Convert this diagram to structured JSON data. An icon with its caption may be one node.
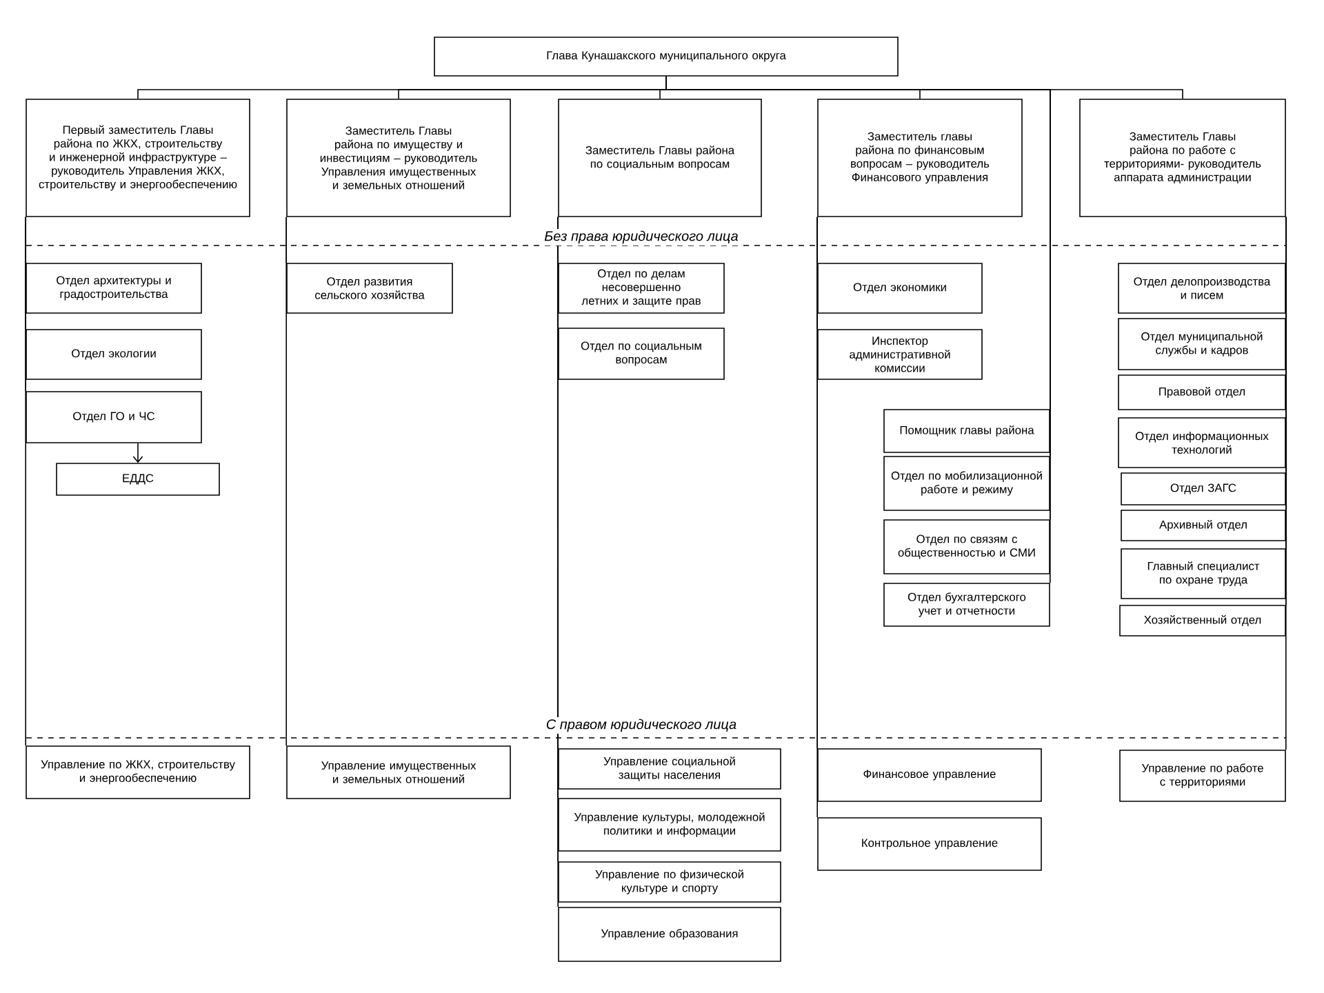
{
  "diagram": {
    "nodes": [
      {
        "text": [
          "Глава Кунашакского муниципального округа"
        ]
      },
      {
        "text": [
          "Первый заместитель Главы района по ЖКХ, строительству и инженерной инфраструктуре – руководитель Управления ЖКХ, строительству и энергообеспечению"
        ]
      },
      {
        "text": [
          "Заместитель Главы района по имуществу и инвестициям – руководитель Управления имущественных и земельных отношений"
        ]
      },
      {
        "text": [
          "Заместитель Главы района по социальным вопросам"
        ]
      },
      {
        "text": [
          "Заместитель главы района по финансовым вопросам – руководитель Финансового управления"
        ]
      },
      {
        "text": [
          "Заместитель Главы района по работе с территориями- руководитель аппарата администрации"
        ]
      },
      {
        "text": [
          "Отдел архитектуры и градостроительства"
        ]
      },
      {
        "text": [
          "Отдел экологии"
        ]
      },
      {
        "text": [
          "Отдел ГО и ЧС"
        ]
      },
      {
        "text": [
          "ЕДДС"
        ]
      },
      {
        "text": [
          "Отдел развития сельского хозяйства"
        ]
      },
      {
        "text": [
          "Отдел по делам несовершенно летних и защите прав"
        ]
      },
      {
        "text": [
          "Отдел по социальным вопросам"
        ]
      },
      {
        "text": [
          "Отдел экономики"
        ]
      },
      {
        "text": [
          "Инспектор административной комиссии"
        ]
      },
      {
        "text": [
          "Помощник главы района"
        ]
      },
      {
        "text": [
          "Отдел по мобилизационной работе и режиму"
        ]
      },
      {
        "text": [
          "Отдел по связям с общественностью и СМИ"
        ]
      },
      {
        "text": [
          "Отдел бухгалтерского учет и отчетности"
        ]
      },
      {
        "text": [
          "Отдел делопроизводства и писем"
        ]
      },
      {
        "text": [
          "Отдел муниципальной службы и кадров"
        ]
      },
      {
        "text": [
          "Правовой отдел"
        ]
      },
      {
        "text": [
          "Отдел информационных технологий"
        ]
      },
      {
        "text": [
          "Отдел ЗАГС"
        ]
      },
      {
        "text": [
          "Архивный отдел"
        ]
      },
      {
        "text": [
          "Главный специалист по охране труда"
        ]
      },
      {
        "text": [
          "Хозяйственный отдел"
        ]
      },
      {
        "text": [
          "Управление по ЖКХ, строительству и энергообеспечению"
        ]
      },
      {
        "text": [
          "Управление имущественных и земельных отношений"
        ]
      },
      {
        "text": [
          "Управление социальной защиты населения"
        ]
      },
      {
        "text": [
          "Управление культуры, молодежной политики и информации"
        ]
      },
      {
        "text": [
          "Управление по физической культуре и спорту"
        ]
      },
      {
        "text": [
          "Управление образования"
        ]
      },
      {
        "text": [
          "Финансовое управление"
        ]
      },
      {
        "text": [
          "Контрольное управление"
        ]
      },
      {
        "text": [
          "Управление по работе с территориями"
        ]
      }
    ],
    "edges": [
      {
        "from": 0,
        "to": 1,
        "arrow": "none"
      },
      {
        "from": 0,
        "to": 2,
        "arrow": "none"
      },
      {
        "from": 0,
        "to": 3,
        "arrow": "none"
      },
      {
        "from": 0,
        "to": 4,
        "arrow": "none"
      },
      {
        "from": 0,
        "to": 5,
        "arrow": "none"
      },
      {
        "from": 0,
        "to": 15,
        "arrow": "none"
      },
      {
        "from": 0,
        "to": 16,
        "arrow": "none"
      },
      {
        "from": 0,
        "to": 17,
        "arrow": "none"
      },
      {
        "from": 0,
        "to": 18,
        "arrow": "none"
      },
      {
        "from": 1,
        "to": 6,
        "arrow": "none"
      },
      {
        "from": 1,
        "to": 7,
        "arrow": "none"
      },
      {
        "from": 1,
        "to": 8,
        "arrow": "none"
      },
      {
        "from": 8,
        "to": 9,
        "arrow": "to"
      },
      {
        "from": 1,
        "to": 27,
        "arrow": "none"
      },
      {
        "from": 2,
        "to": 10,
        "arrow": "none"
      },
      {
        "from": 2,
        "to": 28,
        "arrow": "none"
      },
      {
        "from": 3,
        "to": 11,
        "arrow": "none"
      },
      {
        "from": 3,
        "to": 12,
        "arrow": "none"
      },
      {
        "from": 3,
        "to": 29,
        "arrow": "none"
      },
      {
        "from": 3,
        "to": 30,
        "arrow": "none"
      },
      {
        "from": 3,
        "to": 31,
        "arrow": "none"
      },
      {
        "from": 3,
        "to": 32,
        "arrow": "none"
      },
      {
        "from": 4,
        "to": 13,
        "arrow": "none"
      },
      {
        "from": 4,
        "to": 14,
        "arrow": "none"
      },
      {
        "from": 4,
        "to": 33,
        "arrow": "none"
      },
      {
        "from": 4,
        "to": 34,
        "arrow": "none"
      },
      {
        "from": 5,
        "to": 19,
        "arrow": "none"
      },
      {
        "from": 5,
        "to": 20,
        "arrow": "none"
      },
      {
        "from": 5,
        "to": 21,
        "arrow": "none"
      },
      {
        "from": 5,
        "to": 22,
        "arrow": "none"
      },
      {
        "from": 5,
        "to": 23,
        "arrow": "none"
      },
      {
        "from": 5,
        "to": 24,
        "arrow": "none"
      },
      {
        "from": 5,
        "to": 25,
        "arrow": "none"
      },
      {
        "from": 5,
        "to": 26,
        "arrow": "none"
      },
      {
        "from": 5,
        "to": 35,
        "arrow": "none"
      }
    ],
    "labels": [
      "Без права юридического лица",
      "С правом юридического лица"
    ]
  }
}
